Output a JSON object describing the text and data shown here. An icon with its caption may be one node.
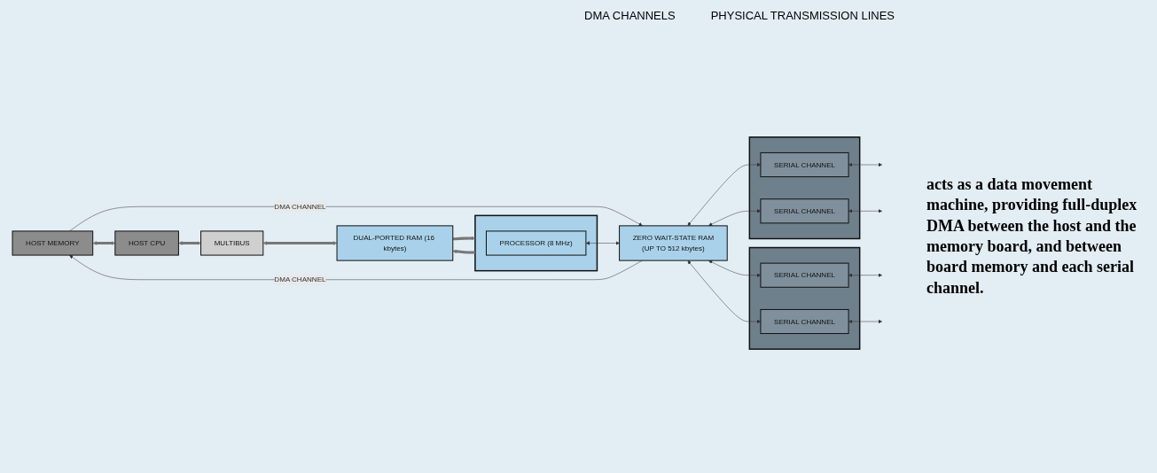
{
  "diagram": {
    "caption": "acts as a data movement machine, providing full-duplex DMA between the host and the memory board, and between board memory and each serial channel.",
    "nodes": [
      {
        "text": [
          "HOST MEMORY"
        ]
      },
      {
        "text": [
          "HOST CPU"
        ]
      },
      {
        "text": [
          "MULTIBUS"
        ]
      },
      {
        "text": [],
        "shape": "box"
      },
      {
        "text": [
          "PROCESSOR (8 MHz)"
        ],
        "in": 3
      },
      {
        "text": [
          "DUAL-PORTED RAM (16 kbytes)"
        ]
      },
      {
        "text": [
          "ZERO WAIT-STATE RAM",
          "(UP TO 512 kbytes)"
        ]
      },
      {
        "text": [],
        "shape": "box"
      },
      {
        "text": [
          "SERIAL CHANNEL"
        ],
        "in": 7
      },
      {
        "text": [
          "SERIAL CHANNEL"
        ],
        "in": 7
      },
      {
        "text": [],
        "shape": "box"
      },
      {
        "text": [
          "SERIAL CHANNEL"
        ],
        "in": 10
      },
      {
        "text": [
          "SERIAL CHANNEL"
        ],
        "in": 10
      }
    ],
    "edges": [
      {
        "from": 6,
        "to": 0,
        "arrow": "to",
        "label": "DMA CHANNEL"
      },
      {
        "from": 0,
        "to": 6,
        "arrow": "to",
        "label": "DMA CHANNEL"
      },
      {
        "from": 4,
        "to": 6,
        "arrow": "both"
      },
      {
        "from": 3,
        "to": 5,
        "arrow": "to",
        "style": "thick"
      },
      {
        "from": 5,
        "to": 3,
        "arrow": "to",
        "style": "thick"
      },
      {
        "from": 0,
        "to": 1,
        "arrow": "both",
        "style": "thick"
      },
      {
        "from": 1,
        "to": 2,
        "arrow": "both",
        "style": "thick"
      },
      {
        "from": 2,
        "to": 5,
        "arrow": "both",
        "style": "thick"
      },
      {
        "from": 6,
        "to": 8,
        "arrow": "both"
      },
      {
        "from": 6,
        "to": 9,
        "arrow": "both"
      },
      {
        "from": 6,
        "to": 11,
        "arrow": "both"
      },
      {
        "from": 6,
        "to": 12,
        "arrow": "both"
      },
      {
        "from": 8,
        "to": null,
        "arrow": "both"
      },
      {
        "from": 9,
        "to": null,
        "arrow": "both"
      },
      {
        "from": 11,
        "to": null,
        "arrow": "both"
      },
      {
        "from": 12,
        "to": null,
        "arrow": "both"
      }
    ],
    "labels": [
      "DMA CHANNELS",
      "PHYSICAL TRANSMISSION LINES"
    ]
  }
}
